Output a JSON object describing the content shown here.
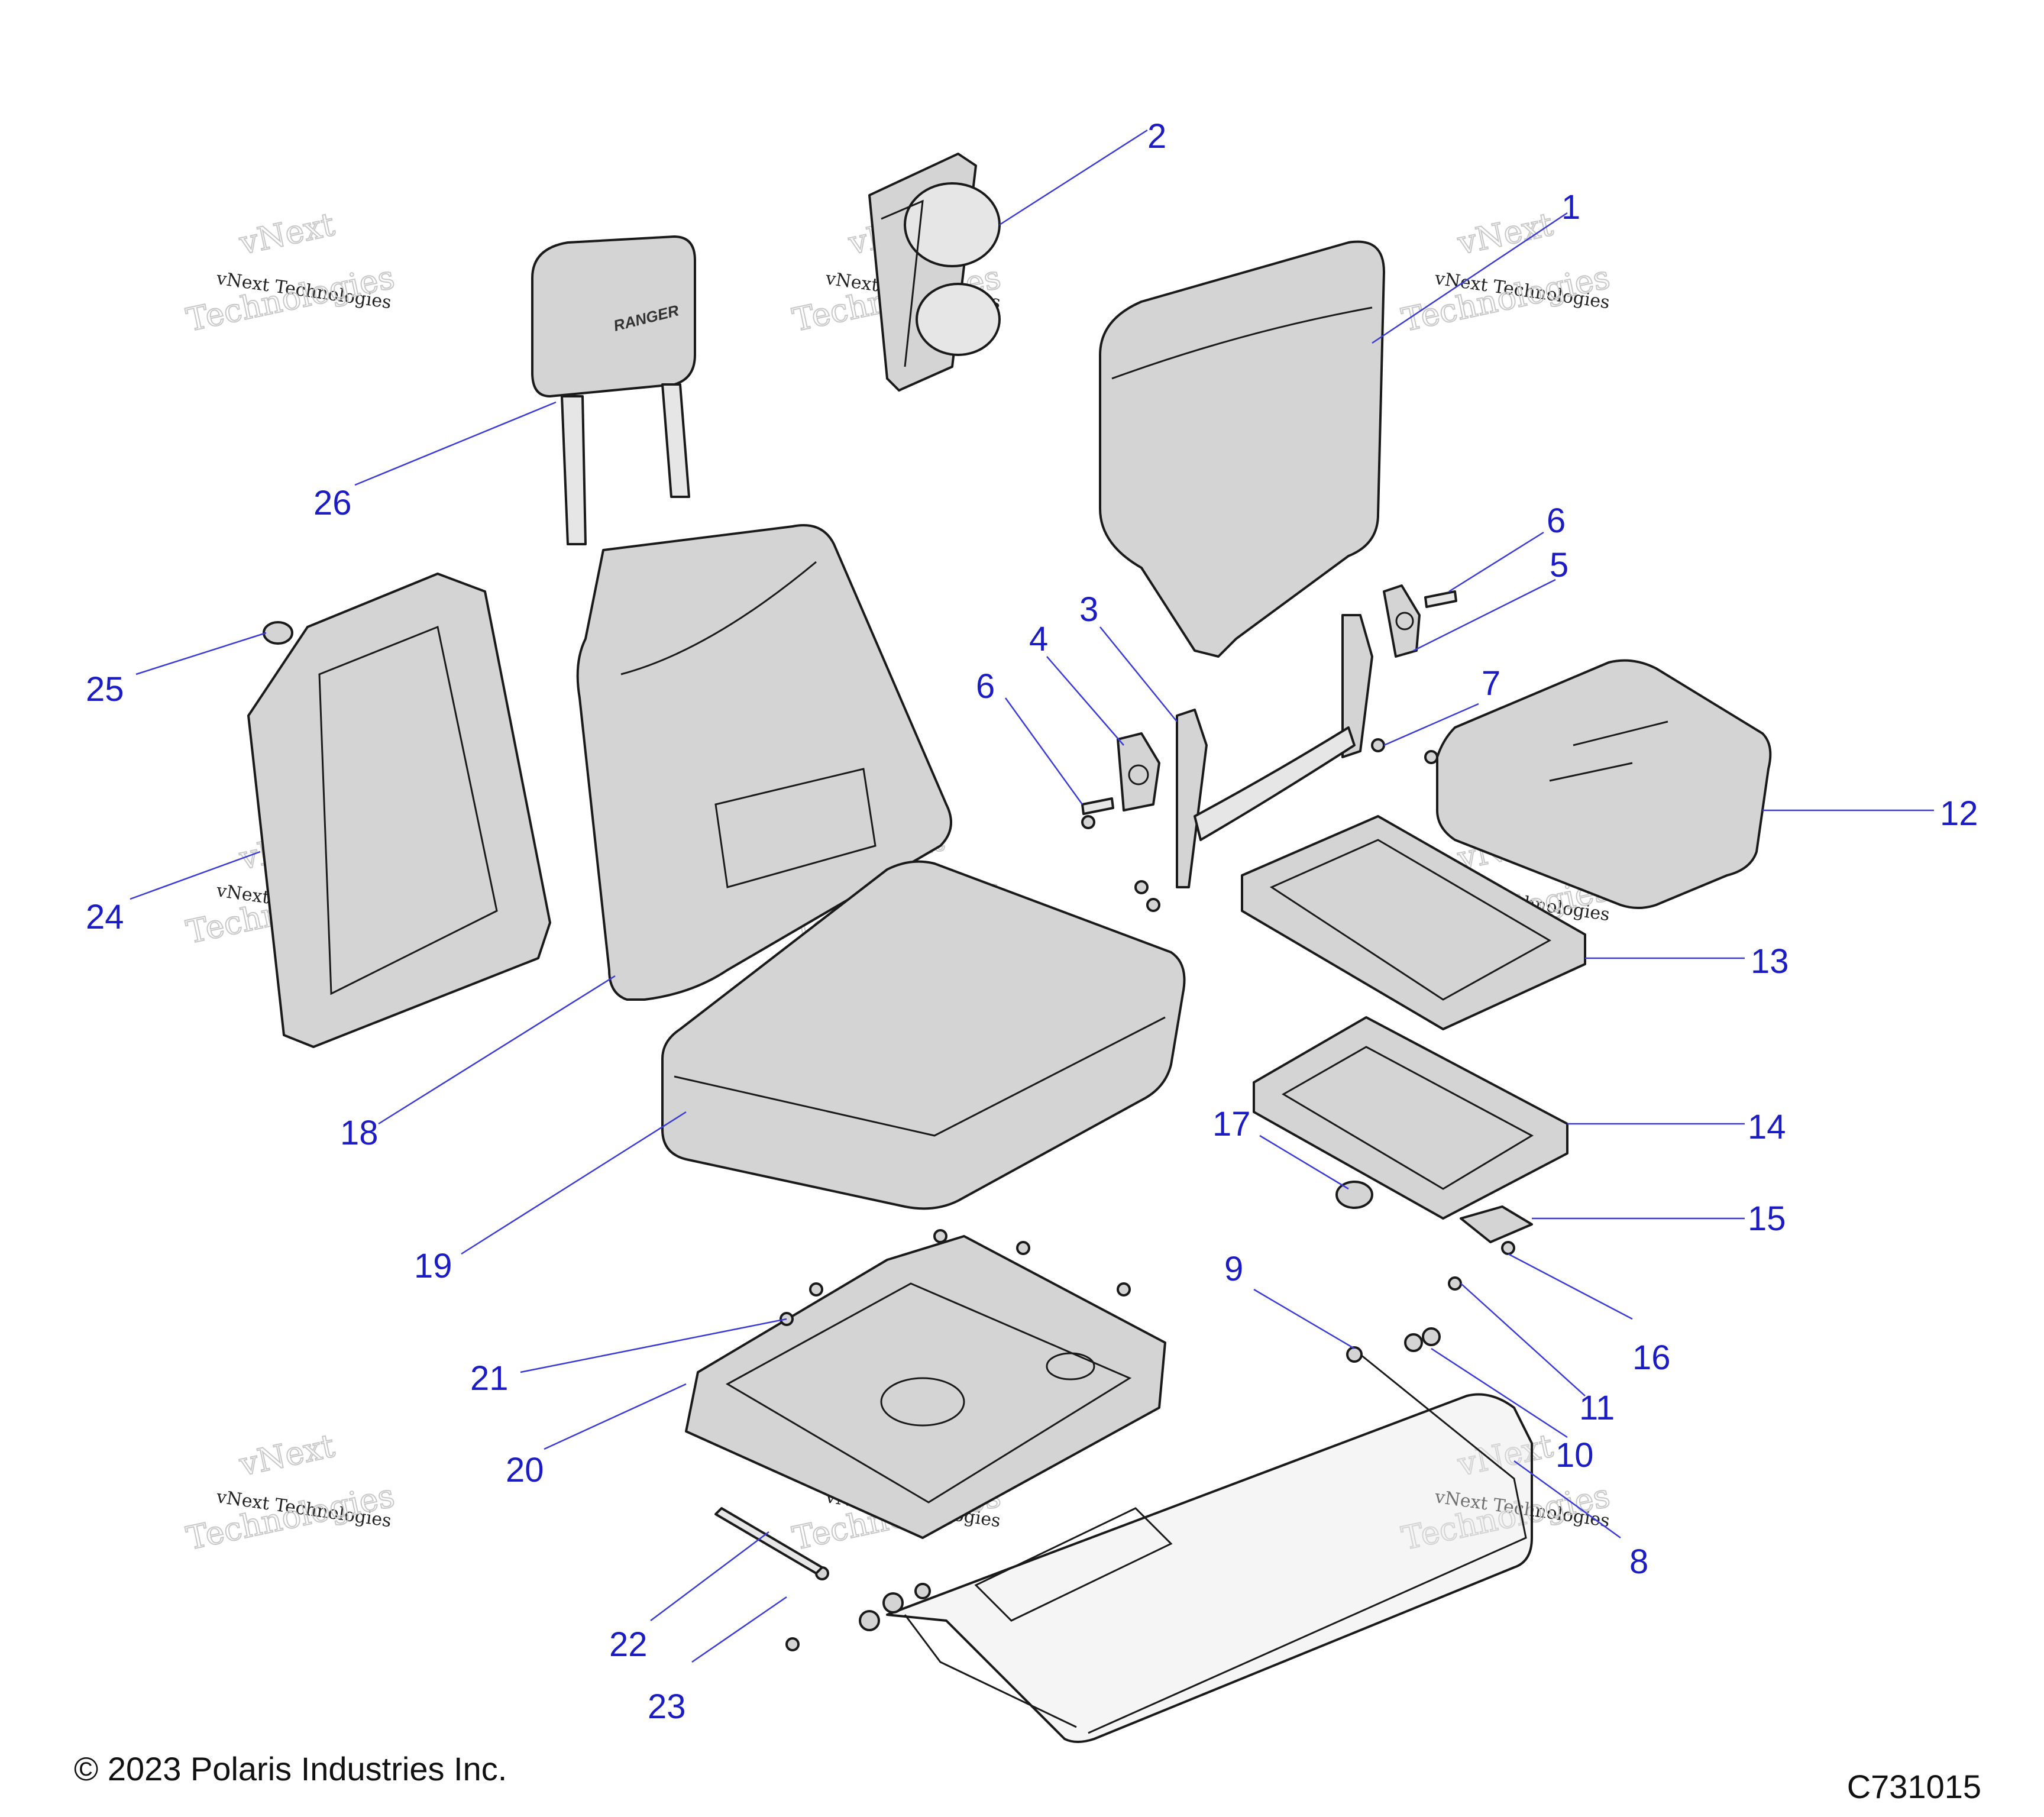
{
  "footer": {
    "copyright": "© 2023 Polaris Industries Inc.",
    "drawing_code": "C731015"
  },
  "watermark": {
    "line1": "vNext Technologies",
    "line2": "Technologies",
    "line3": "vNext"
  },
  "headrest_logo": "RANGER",
  "callouts": [
    "1",
    "2",
    "3",
    "4",
    "5",
    "6",
    "6",
    "7",
    "8",
    "9",
    "10",
    "11",
    "12",
    "13",
    "14",
    "15",
    "16",
    "17",
    "18",
    "19",
    "20",
    "21",
    "22",
    "23",
    "24",
    "25",
    "26"
  ]
}
